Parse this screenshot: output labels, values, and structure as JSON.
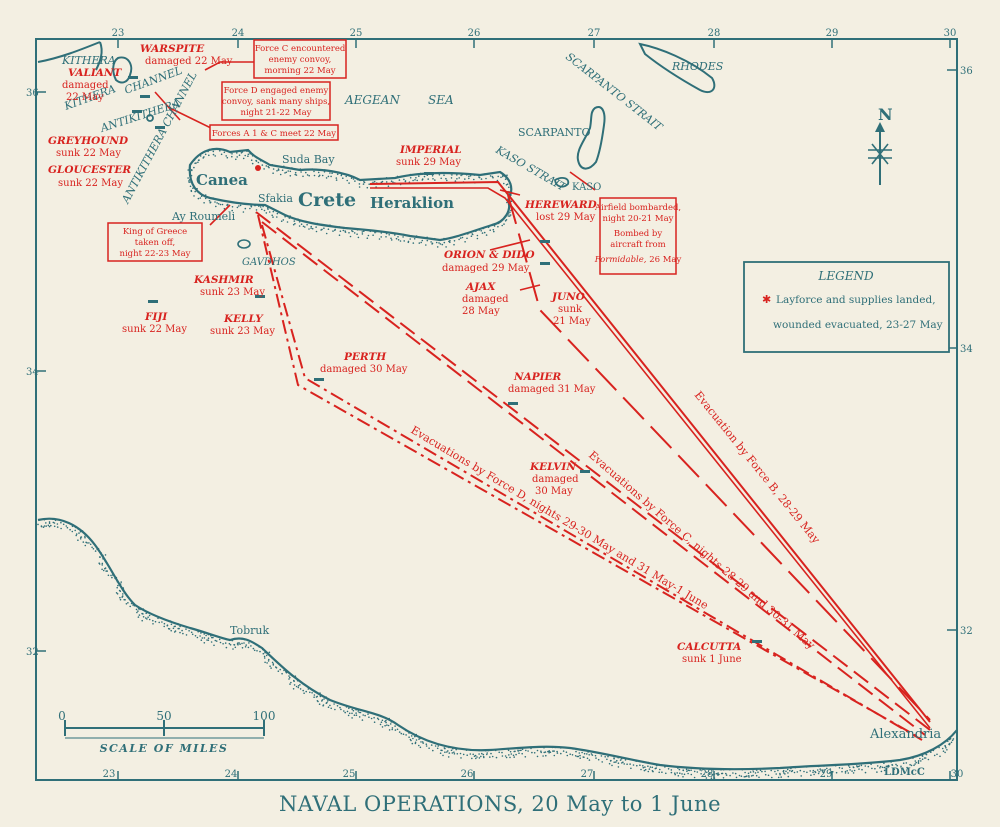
{
  "title": "NAVAL OPERATIONS, 20 May to 1 June",
  "signature": "LDMcC",
  "colors": {
    "paper": "#f3efe2",
    "land": "#2f6f78",
    "ops": "#d8231f"
  },
  "axes": {
    "top_longitudes": [
      "23",
      "24",
      "25",
      "26",
      "27",
      "28",
      "29",
      "30"
    ],
    "bottom_longitudes": [
      "23",
      "24",
      "25",
      "26",
      "27",
      "28",
      "29",
      "30"
    ],
    "left_latitudes": [
      "36",
      "34",
      "32"
    ],
    "right_latitudes": [
      "36",
      "34",
      "32"
    ]
  },
  "places": {
    "kithera": "KITHERA",
    "kithera_channel_a": "CHANNEL",
    "kithera_channel_b": "KITHERA",
    "antikithera": "ANTIKITHERA",
    "antikithera_channel": "ANTIKITHERA CHANNEL",
    "aegean": "AEGEAN",
    "sea": "SEA",
    "rhodes": "RHODES",
    "scarpanto_strait": "SCARPANTO   STRAIT",
    "scarpanto": "SCARPANTO",
    "kaso_strait": "KASO STRAIT",
    "kaso": "KASO",
    "suda_bay": "Suda Bay",
    "canea": "Canea",
    "sfakia": "Sfakia",
    "crete": "Crete",
    "heraklion": "Heraklion",
    "ay_roumeli": "Ay Roumeli",
    "gavdhos": "GAVDHOS",
    "tobruk": "Tobruk",
    "alexandria": "Alexandria",
    "north": "N"
  },
  "ships": {
    "warspite": {
      "name": "WARSPITE",
      "status": "damaged 22 May"
    },
    "valiant": {
      "name": "VALIANT",
      "status1": "damaged",
      "status2": "22 May"
    },
    "greyhound": {
      "name": "GREYHOUND",
      "status": "sunk 22 May"
    },
    "gloucester": {
      "name": "GLOUCESTER",
      "status": "sunk 22 May"
    },
    "imperial": {
      "name": "IMPERIAL",
      "status": "sunk 29 May"
    },
    "hereward": {
      "name": "HEREWARD",
      "status": "lost 29 May"
    },
    "orion_dido": {
      "name": "ORION & DIDO",
      "status": "damaged 29 May"
    },
    "ajax": {
      "name": "AJAX",
      "status1": "damaged",
      "status2": "28 May"
    },
    "juno": {
      "name": "JUNO",
      "status1": "sunk",
      "status2": "21 May"
    },
    "kashmir": {
      "name": "KASHMIR",
      "status": "sunk 23 May"
    },
    "fiji": {
      "name": "FIJI",
      "status": "sunk 22 May"
    },
    "kelly": {
      "name": "KELLY",
      "status": "sunk 23 May"
    },
    "perth": {
      "name": "PERTH",
      "status": "damaged 30 May"
    },
    "napier": {
      "name": "NAPIER",
      "status": "damaged 31 May"
    },
    "kelvin": {
      "name": "KELVIN",
      "status1": "damaged",
      "status2": "30 May"
    },
    "calcutta": {
      "name": "CALCUTTA",
      "status": "sunk 1 June"
    }
  },
  "boxes": {
    "force_c": [
      "Force C encountered",
      "enemy convoy,",
      "morning 22 May"
    ],
    "force_d": [
      "Force D engaged enemy",
      "convoy, sank many ships,",
      "night 21-22 May"
    ],
    "forces_a1c": [
      "Forces A 1 & C meet 22 May"
    ],
    "king": [
      "King of Greece",
      "taken off,",
      "night 22-23 May"
    ],
    "airfield": [
      "Airfield bombarded,",
      "night 20-21 May",
      "Bombed by",
      "aircraft from"
    ],
    "airfield_italic": "Formidable,",
    "airfield_tail": " 26 May"
  },
  "routes": {
    "force_b": "Evacuation by Force B, 28-29 May",
    "force_c": "Evacuations by Force C, nights 28-29 and 30-31 May",
    "force_d": "Evacuations by Force D, nights 29-30 May and 31 May-1 June"
  },
  "legend": {
    "title": "LEGEND",
    "line1": "Layforce and supplies landed,",
    "line2": "wounded evacuated, 23-27 May"
  },
  "scale": {
    "ticks": [
      "0",
      "50",
      "100"
    ],
    "label": "SCALE OF MILES"
  }
}
